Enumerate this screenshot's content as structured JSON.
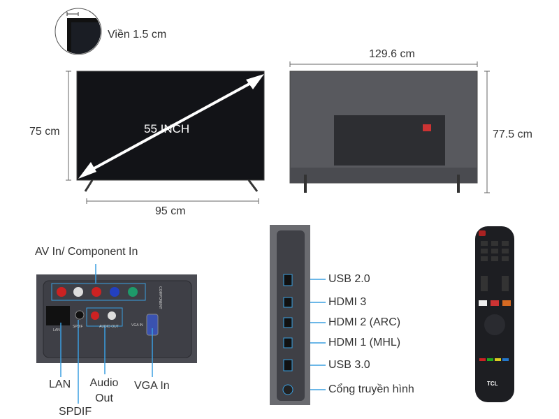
{
  "front": {
    "bezel_label": "Viền 1.5 cm",
    "diagonal_label": "55 INCH",
    "height_label": "75 cm",
    "width_label": "95 cm"
  },
  "back": {
    "width_label": "129.6 cm",
    "height_label": "77.5 cm"
  },
  "rear_ports": {
    "group_label": "AV In/ Component In",
    "labels": [
      "LAN",
      "SPDIF",
      "Audio Out",
      "VGA In"
    ],
    "panel_text": [
      "LAN",
      "SPDIF",
      "AUDIO OUT",
      "VGA IN",
      "COMPONENT"
    ]
  },
  "side_ports": {
    "labels": [
      "USB 2.0",
      "HDMI 3",
      "HDMI 2 (ARC)",
      "HDMI 1 (MHL)",
      "USB 3.0",
      "Cổng truyền hình"
    ]
  },
  "remote": {
    "brand": "TCL"
  },
  "colors": {
    "callout_line": "#3a9fe0",
    "label_text": "#333333",
    "arrow": "#ffffff"
  }
}
